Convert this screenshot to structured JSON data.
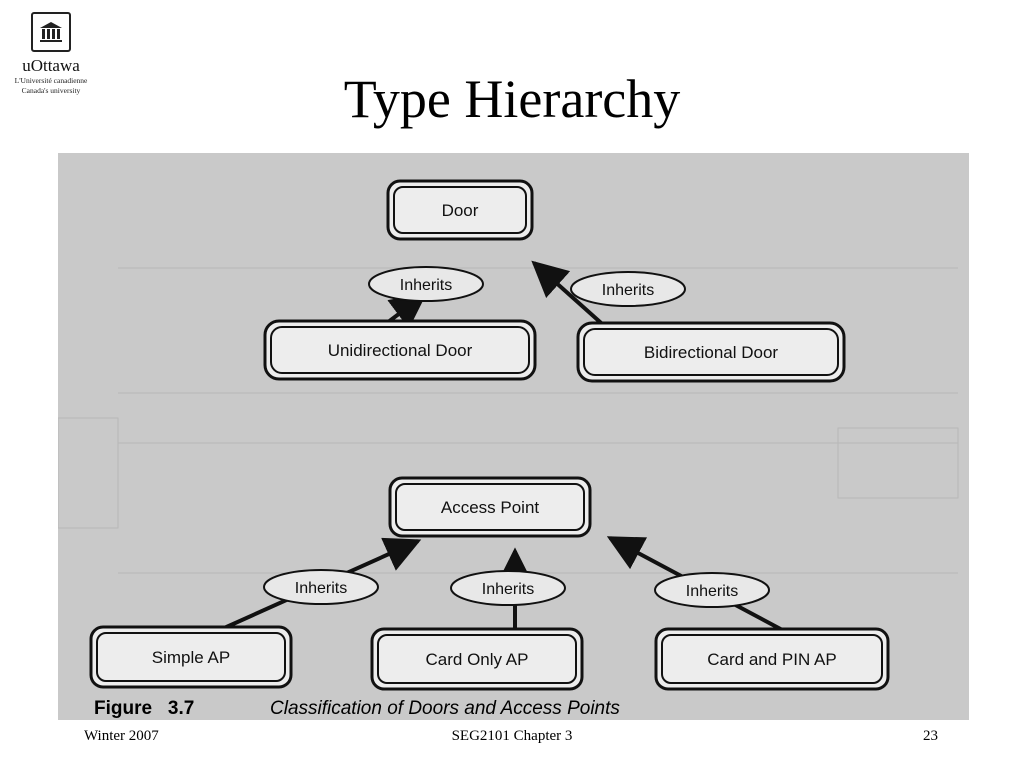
{
  "logo": {
    "name": "uOttawa",
    "sub1": "L'Université canadienne",
    "sub2": "Canada's university"
  },
  "slide": {
    "title": "Type Hierarchy"
  },
  "diagram": {
    "nodes": {
      "door": "Door",
      "unidirectional": "Unidirectional Door",
      "bidirectional": "Bidirectional Door",
      "access_point": "Access Point",
      "simple_ap": "Simple AP",
      "card_only_ap": "Card Only AP",
      "card_pin_ap": "Card and PIN AP"
    },
    "edge_label": "Inherits",
    "caption_figure": "Figure   3.7",
    "caption_text": "Classification of Doors and Access Points"
  },
  "footer": {
    "left": "Winter 2007",
    "center": "SEG2101 Chapter 3",
    "right": "23"
  }
}
